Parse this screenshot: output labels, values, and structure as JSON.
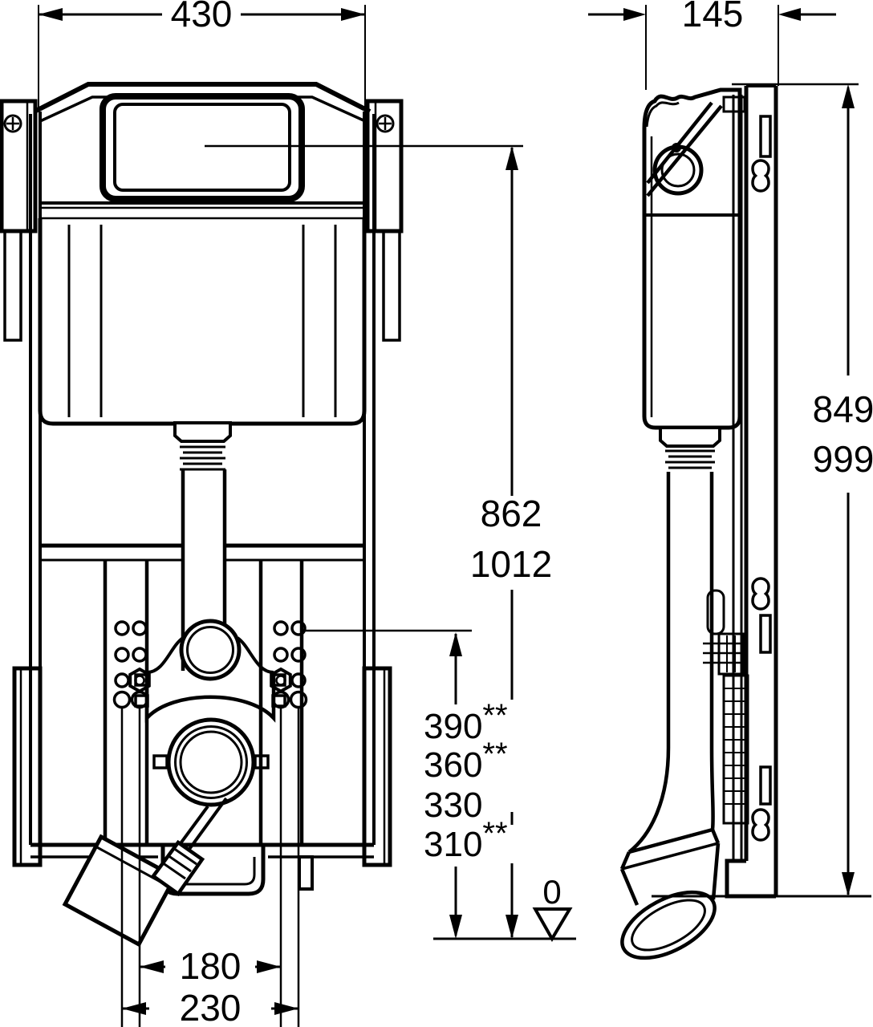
{
  "meta": {
    "drawing_type": "concealed WC cistern element installation drawing",
    "units": "mm",
    "line_color": "#000000",
    "background_color": "#ffffff"
  },
  "views": {
    "front": "front elevation",
    "side": "side elevation"
  },
  "dimensions": {
    "frame_width": "430",
    "frame_depth": "145",
    "actuation_heights": [
      "862",
      "1012"
    ],
    "frame_top_heights": [
      "849",
      "999"
    ],
    "outlet_height_options": [
      {
        "value": "390",
        "mark": "**"
      },
      {
        "value": "360",
        "mark": "**"
      },
      {
        "value": "330",
        "mark": ""
      },
      {
        "value": "310",
        "mark": "**"
      }
    ],
    "fixing_spacing_inner": "180",
    "fixing_spacing_outer": "230",
    "floor_level": "0"
  }
}
